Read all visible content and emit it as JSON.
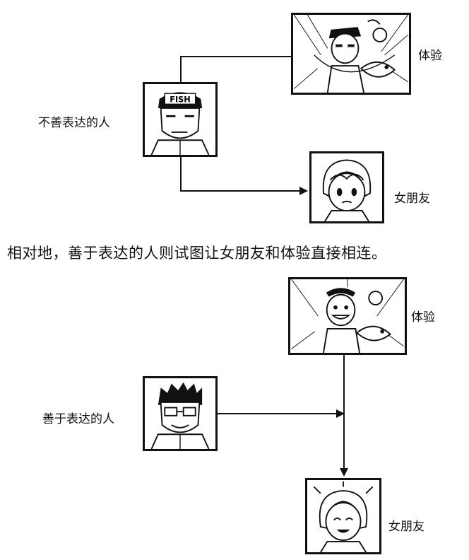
{
  "top_diagram": {
    "person_label": "不善表达的人",
    "experience_label": "体验",
    "girlfriend_label": "女朋友"
  },
  "caption": "相对地，善于表达的人则试图让女朋友和体验直接相连。",
  "bottom_diagram": {
    "person_label": "善于表达的人",
    "experience_label": "体验",
    "girlfriend_label": "女朋友"
  },
  "hat_text": "FISH",
  "colors": {
    "ink": "#111111",
    "paper": "#ffffff"
  }
}
